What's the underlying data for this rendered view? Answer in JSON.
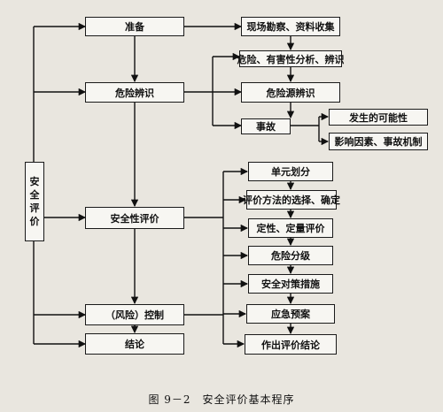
{
  "diagram": {
    "side_label": [
      "安",
      "全",
      "评",
      "价"
    ],
    "main_steps": {
      "prepare": "准备",
      "hazard_identification": "危险辨识",
      "safety_evaluation": "安全性评价",
      "risk_control": "（风险）控制",
      "conclusion": "结论"
    },
    "prepare_branch": {
      "site_survey": "现场勘察、资料收集",
      "hazard_analysis": "危险、有害性分析、辨识"
    },
    "identification_branch": {
      "hazard_source": "危险源辨识",
      "accident": "事故",
      "possibility": "发生的可能性",
      "factors": "影响因素、事故机制"
    },
    "evaluation_branch": {
      "unit_division": "单元划分",
      "method_selection": "评价方法的选择、确定",
      "qual_quant": "定性、定量评价",
      "hazard_grading": "危险分级",
      "safety_measures": "安全对策措施",
      "emergency_plan": "应急预案",
      "draw_conclusion": "作出评价结论"
    },
    "caption": "图 9－2　安全评价基本程序"
  }
}
